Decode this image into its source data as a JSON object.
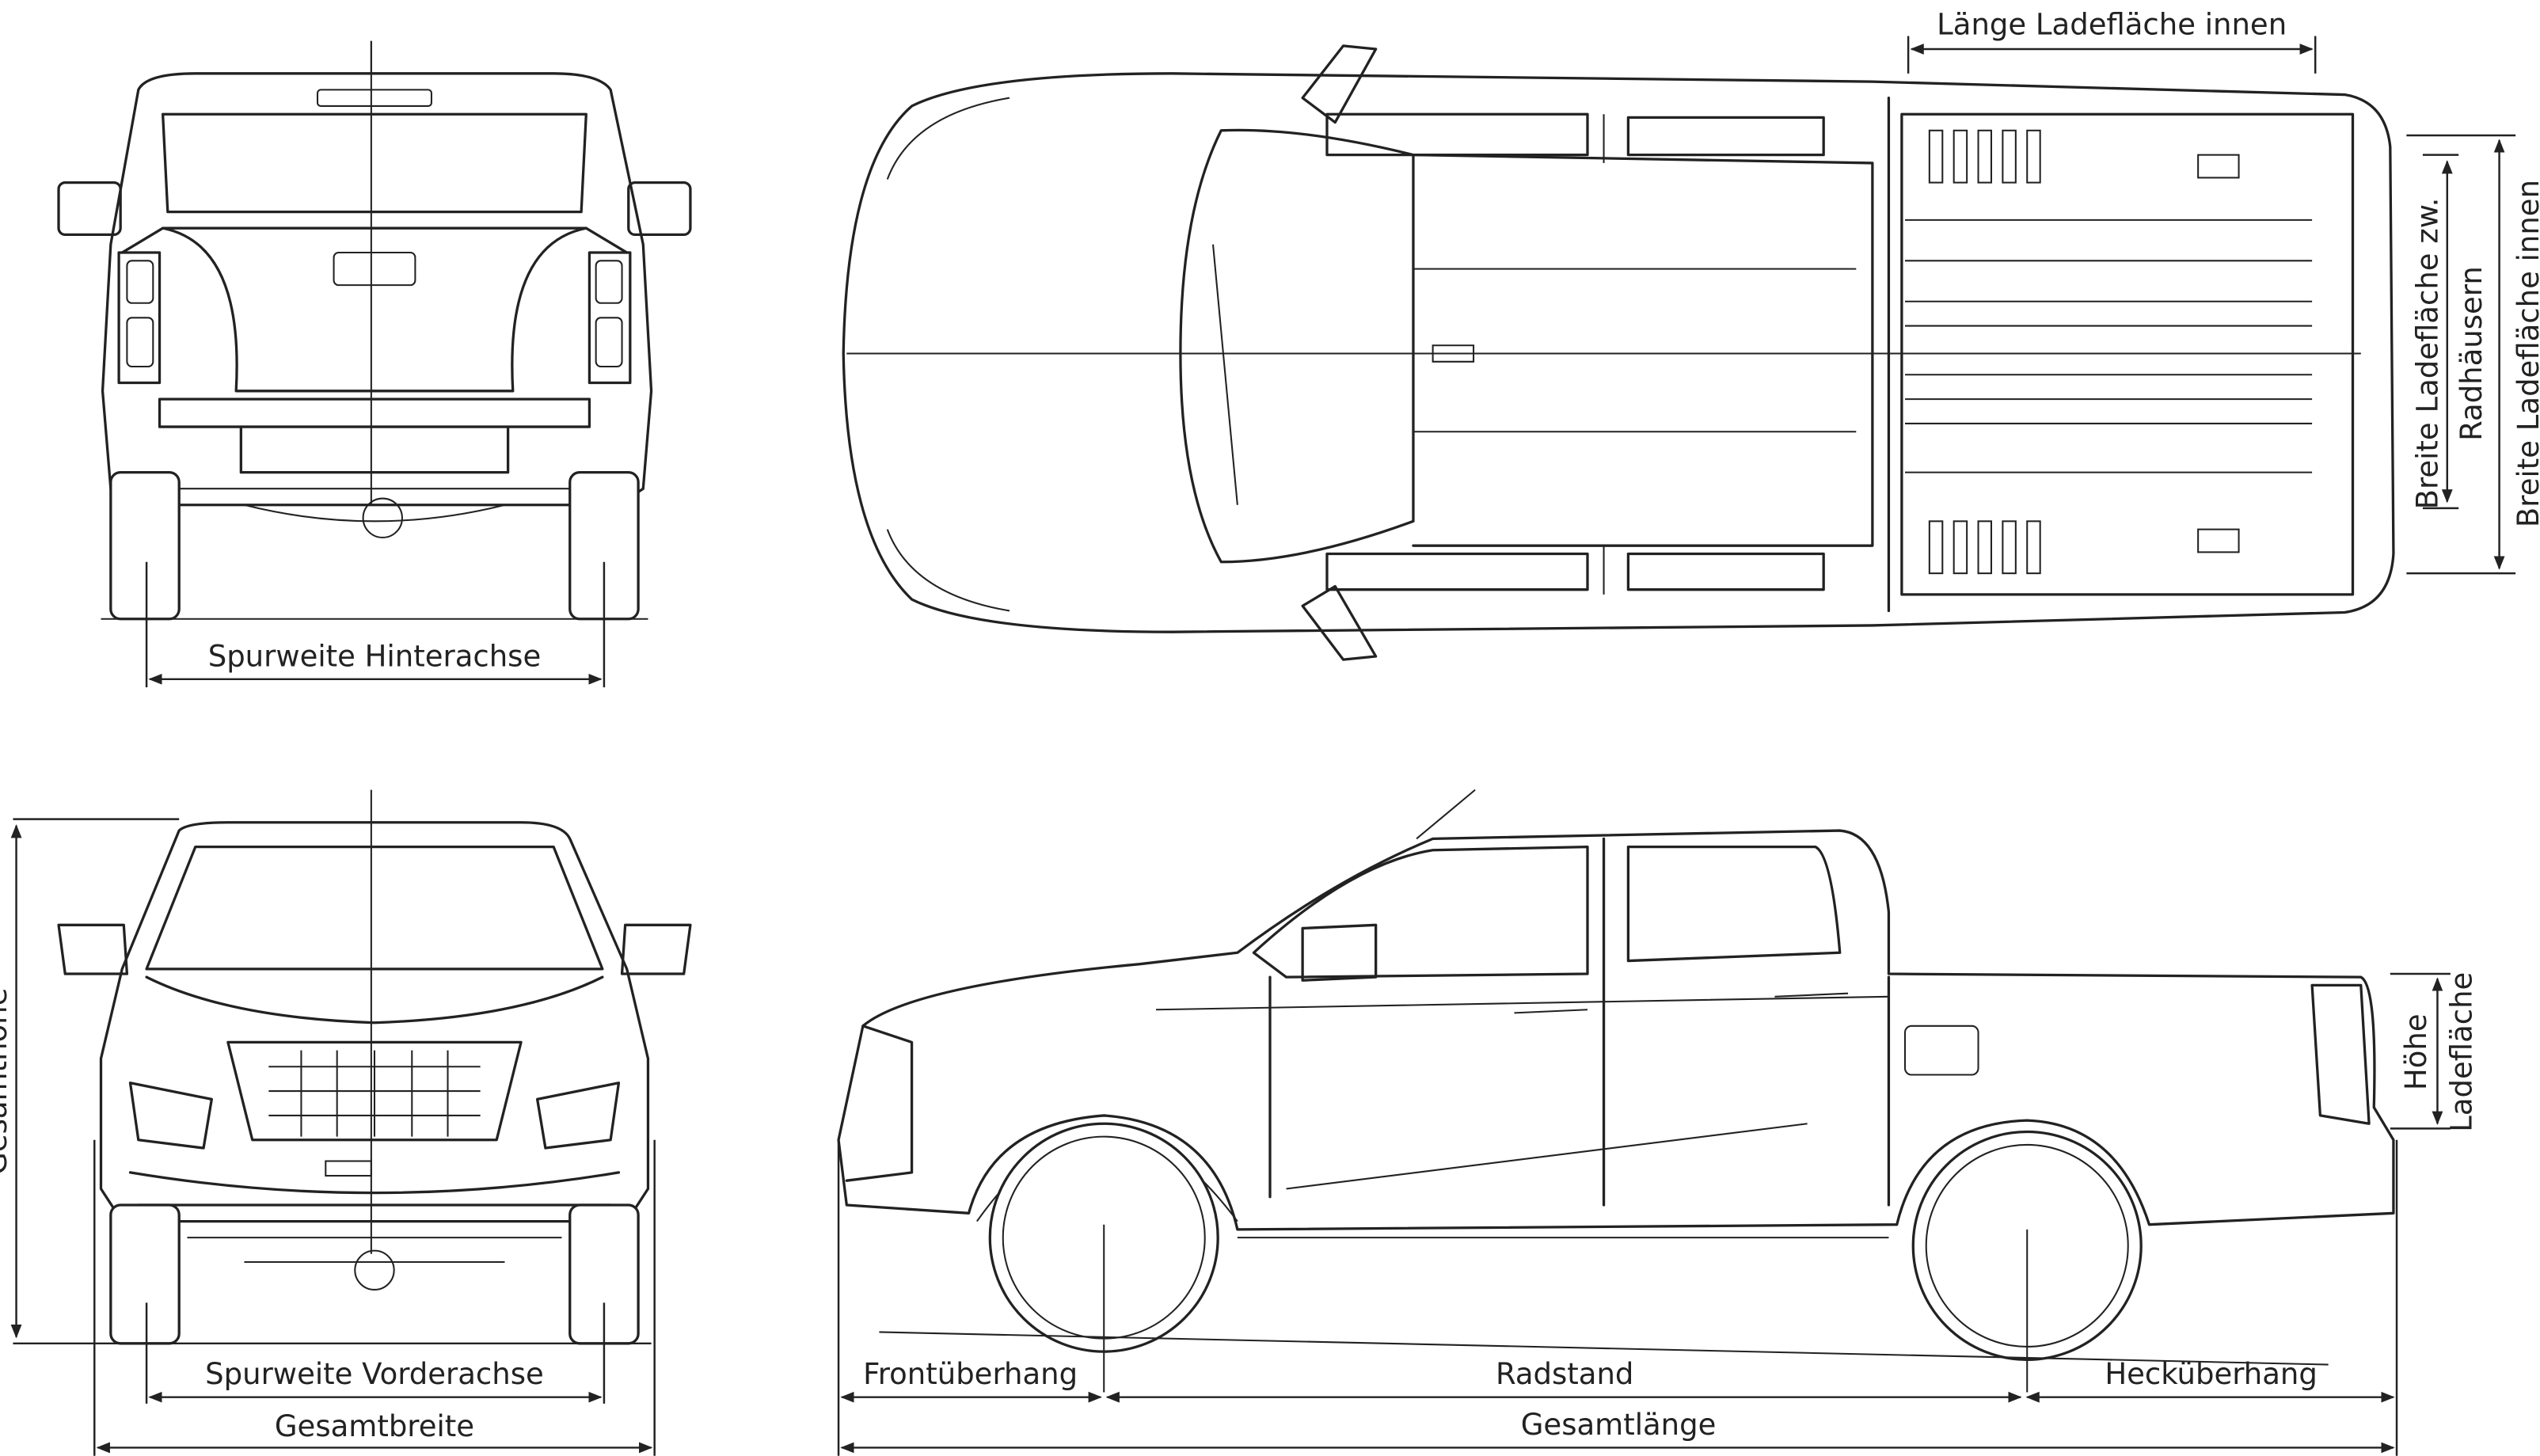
{
  "labels": {
    "rear_track": "Spurweite Hinterachse",
    "front_track": "Spurweite Vorderachse",
    "overall_width": "Gesamtbreite",
    "overall_height": "Gesamthöhe",
    "bed_length": "Länge Ladefläche innen",
    "bed_width_wheelhouse_1": "Breite Ladefläche zw.",
    "bed_width_wheelhouse_2": "Radhäusern",
    "bed_width_inner": "Breite Ladefläche innen",
    "bed_height_1": "Höhe",
    "bed_height_2": "Ladefläche",
    "front_overhang": "Frontüberhang",
    "wheelbase": "Radstand",
    "rear_overhang": "Hecküberhang",
    "overall_length": "Gesamtlänge"
  },
  "colors": {
    "line": "#222222",
    "background": "#ffffff"
  }
}
